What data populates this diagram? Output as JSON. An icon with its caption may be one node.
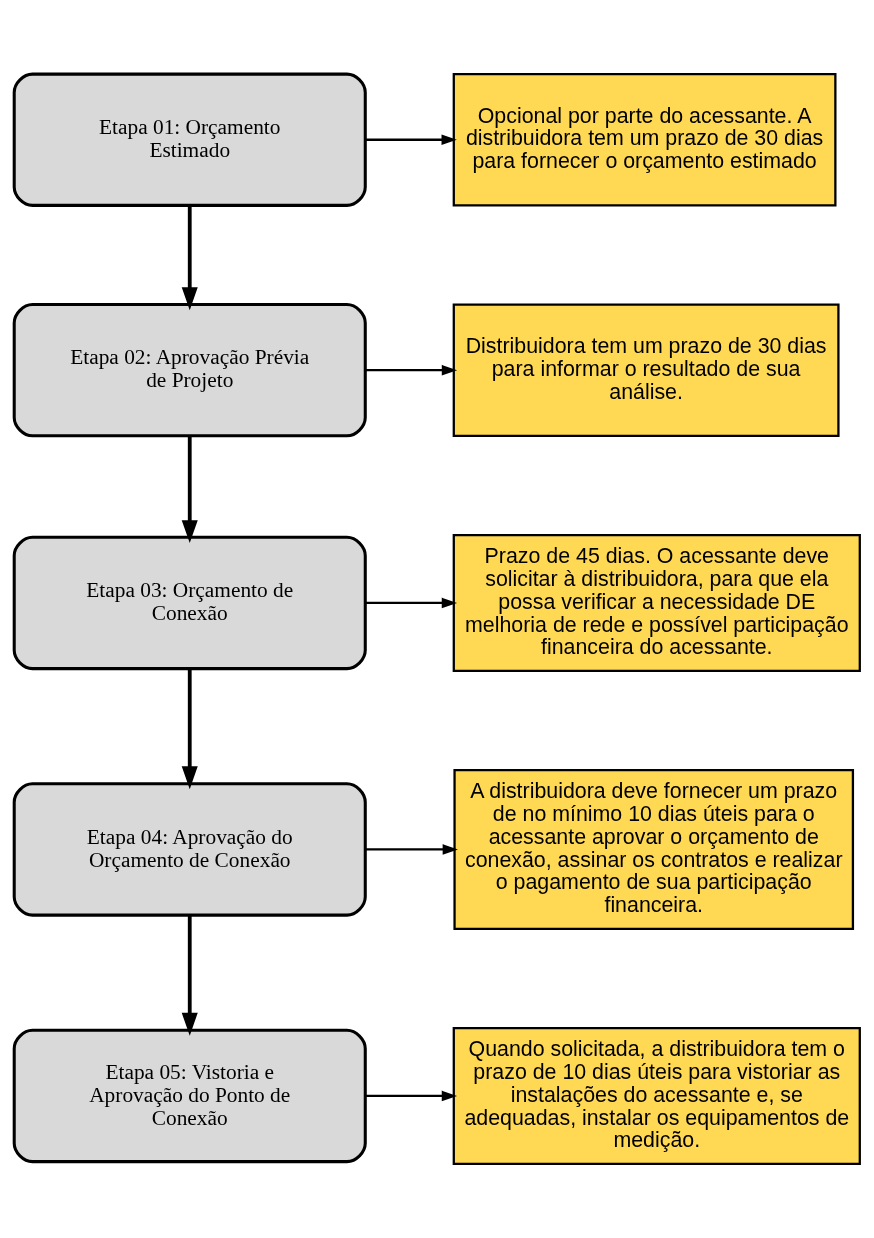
{
  "diagram": {
    "nodes": [
      {
        "text": [
          "Etapa 01: Orçamento Estimado"
        ]
      },
      {
        "text": [
          "Opcional por parte do acessante. A distribuidora tem um prazo de 30 dias para fornecer o orçamento estimado"
        ]
      },
      {
        "text": [
          "Etapa 02: Aprovação Prévia de Projeto"
        ]
      },
      {
        "text": [
          "Distribuidora tem um prazo de 30 dias para informar o resultado de sua análise."
        ]
      },
      {
        "text": [
          "Etapa 03: Orçamento de Conexão"
        ]
      },
      {
        "text": [
          "Prazo de 45 dias. O acessante deve solicitar à distribuidora, para que ela possa verificar a necessidade DE melhoria de rede e possível participação financeira do acessante."
        ]
      },
      {
        "text": [
          "Etapa 04: Aprovação do Orçamento de Conexão"
        ]
      },
      {
        "text": [
          "A distribuidora deve fornecer um prazo de no mínimo 10 dias úteis para o acessante aprovar o orçamento de conexão, assinar os contratos e realizar o pagamento de sua participação financeira."
        ]
      },
      {
        "text": [
          "Etapa 05: Vistoria e Aprovação do Ponto de Conexão"
        ]
      },
      {
        "text": [
          "Quando solicitada, a distribuidora tem o prazo de 10 dias úteis para vistoriar as instalações do acessante e, se adequadas, instalar os equipamentos de medição."
        ]
      }
    ],
    "edges": [
      {
        "from": 0,
        "to": 1,
        "arrow": "to"
      },
      {
        "from": 0,
        "to": 2,
        "arrow": "to"
      },
      {
        "from": 2,
        "to": 3,
        "arrow": "to"
      },
      {
        "from": 2,
        "to": 4,
        "arrow": "to"
      },
      {
        "from": 4,
        "to": 5,
        "arrow": "to"
      },
      {
        "from": 4,
        "to": 6,
        "arrow": "to"
      },
      {
        "from": 6,
        "to": 7,
        "arrow": "to"
      },
      {
        "from": 6,
        "to": 8,
        "arrow": "to"
      },
      {
        "from": 8,
        "to": 9,
        "arrow": "to"
      }
    ]
  }
}
